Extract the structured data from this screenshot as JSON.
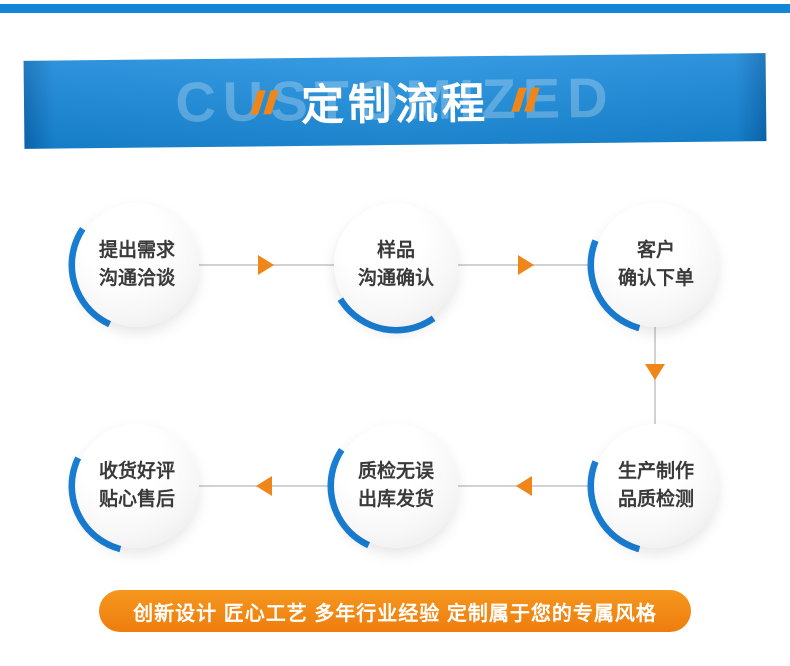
{
  "top_banner": {
    "watermark": "CUSTOMIZED",
    "title": "定制流程"
  },
  "flow": {
    "nodes": [
      {
        "line1": "提出需求",
        "line2": "沟通洽谈"
      },
      {
        "line1": "样品",
        "line2": "沟通确认"
      },
      {
        "line1": "客户",
        "line2": "确认下单"
      },
      {
        "line1": "生产制作",
        "line2": "品质检测"
      },
      {
        "line1": "质检无误",
        "line2": "出库发货"
      },
      {
        "line1": "收货好评",
        "line2": "贴心售后"
      }
    ]
  },
  "footer": {
    "slogan": "创新设计 匠心工艺 多年行业经验 定制属于您的专属风格"
  },
  "colors": {
    "banner_blue": "#1486d8",
    "accent_orange": "#f08519",
    "arc_blue": "#1a80d8"
  }
}
